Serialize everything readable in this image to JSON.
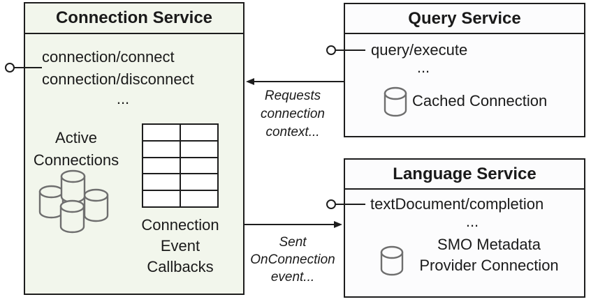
{
  "services": {
    "connection": {
      "title": "Connection Service",
      "methods": [
        "connection/connect",
        "connection/disconnect"
      ],
      "ellipsis": "...",
      "active_connections_label": [
        "Active",
        "Connections"
      ],
      "callbacks_label": [
        "Connection",
        "Event",
        "Callbacks"
      ]
    },
    "query": {
      "title": "Query Service",
      "method": "query/execute",
      "ellipsis": "...",
      "connection_label": "Cached Connection"
    },
    "language": {
      "title": "Language Service",
      "method": "textDocument/completion",
      "ellipsis": "...",
      "connection_label": [
        "SMO Metadata",
        "Provider Connection"
      ]
    }
  },
  "edges": {
    "requests_label": [
      "Requests",
      "connection",
      "context..."
    ],
    "sent_label": [
      "Sent",
      "OnConnection",
      "event..."
    ]
  },
  "icons": {
    "lollipop": "provided-interface-icon",
    "database": "database-cylinder-icon",
    "database_cluster": "database-cluster-icon",
    "callbacks_grid": "table-grid-icon"
  },
  "colors": {
    "connection_box_fill": "#f2f6ec",
    "service_box_fill": "#fcfcfd",
    "border": "#1d1d1d",
    "text": "#1a1a1a",
    "cylinder_stroke": "#6e6e6e"
  }
}
